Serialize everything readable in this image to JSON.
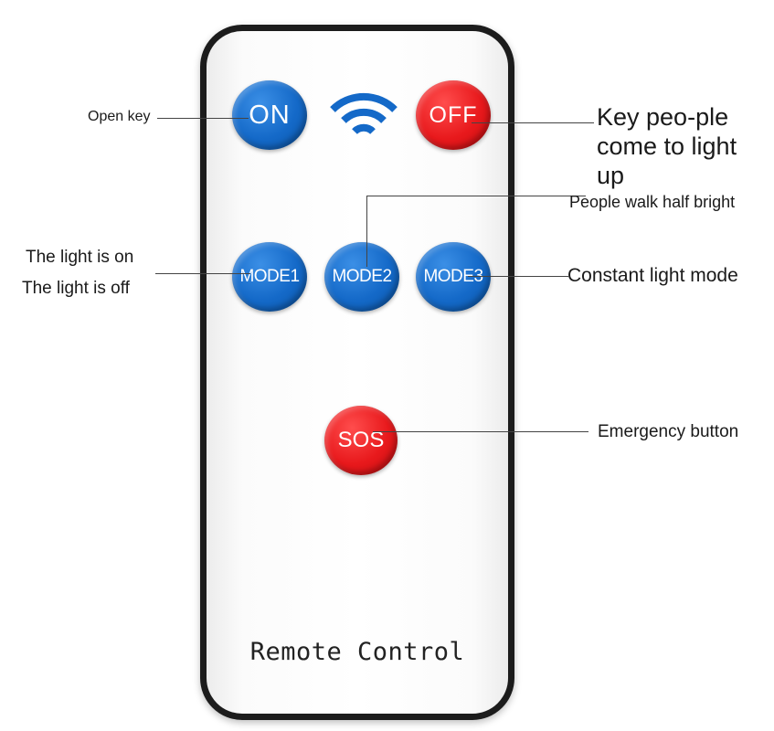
{
  "remote": {
    "buttons": {
      "on": "ON",
      "off": "OFF",
      "mode1": "MODE1",
      "mode2": "MODE2",
      "mode3": "MODE3",
      "sos": "SOS"
    },
    "signal_icon": "wifi-signal-icon",
    "label": "Remote Control"
  },
  "annotations": {
    "open_key": "Open key",
    "key_people": "Key peo-ple come to light up",
    "people_walk": "People walk half bright",
    "light_on": "The light is on",
    "light_off": "The light is off",
    "constant_light": "Constant light mode",
    "emergency": "Emergency button"
  },
  "colors": {
    "blue_button": "#1469c8",
    "red_button": "#e8191c",
    "signal_icon": "#1469c8",
    "remote_border": "#1c1c1c"
  }
}
